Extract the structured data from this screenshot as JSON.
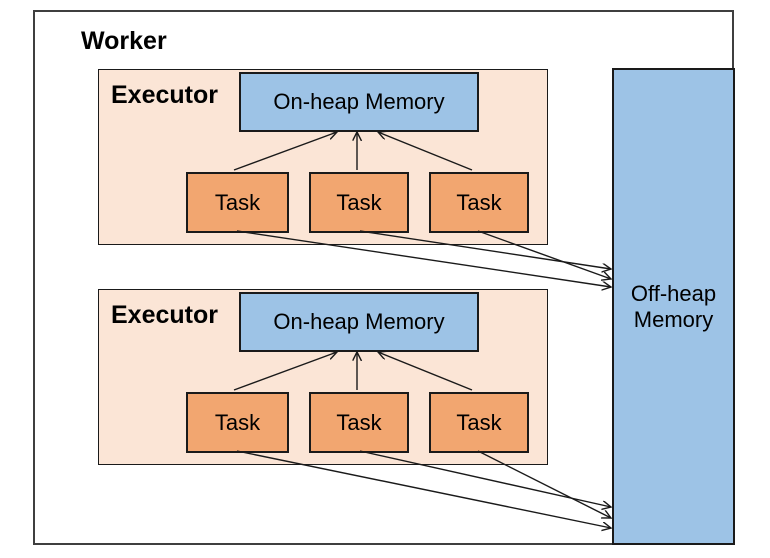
{
  "diagram": {
    "worker": {
      "label": "Worker"
    },
    "executors": [
      {
        "label": "Executor",
        "memory": "On-heap Memory",
        "tasks": [
          "Task",
          "Task",
          "Task"
        ]
      },
      {
        "label": "Executor",
        "memory": "On-heap Memory",
        "tasks": [
          "Task",
          "Task",
          "Task"
        ]
      }
    ],
    "offheap": {
      "line1": "Off-heap",
      "line2": "Memory"
    },
    "arrows": {
      "tasks_to_onheap_per_executor": 3,
      "tasks_to_offheap_per_executor": 3
    },
    "colors": {
      "onheap_fill": "#9DC3E6",
      "offheap_fill": "#9DC3E6",
      "executor_fill": "#FBE5D6",
      "task_fill": "#F2A670",
      "line": "#1A1A1A",
      "worker_border": "#3F3F3F"
    }
  }
}
